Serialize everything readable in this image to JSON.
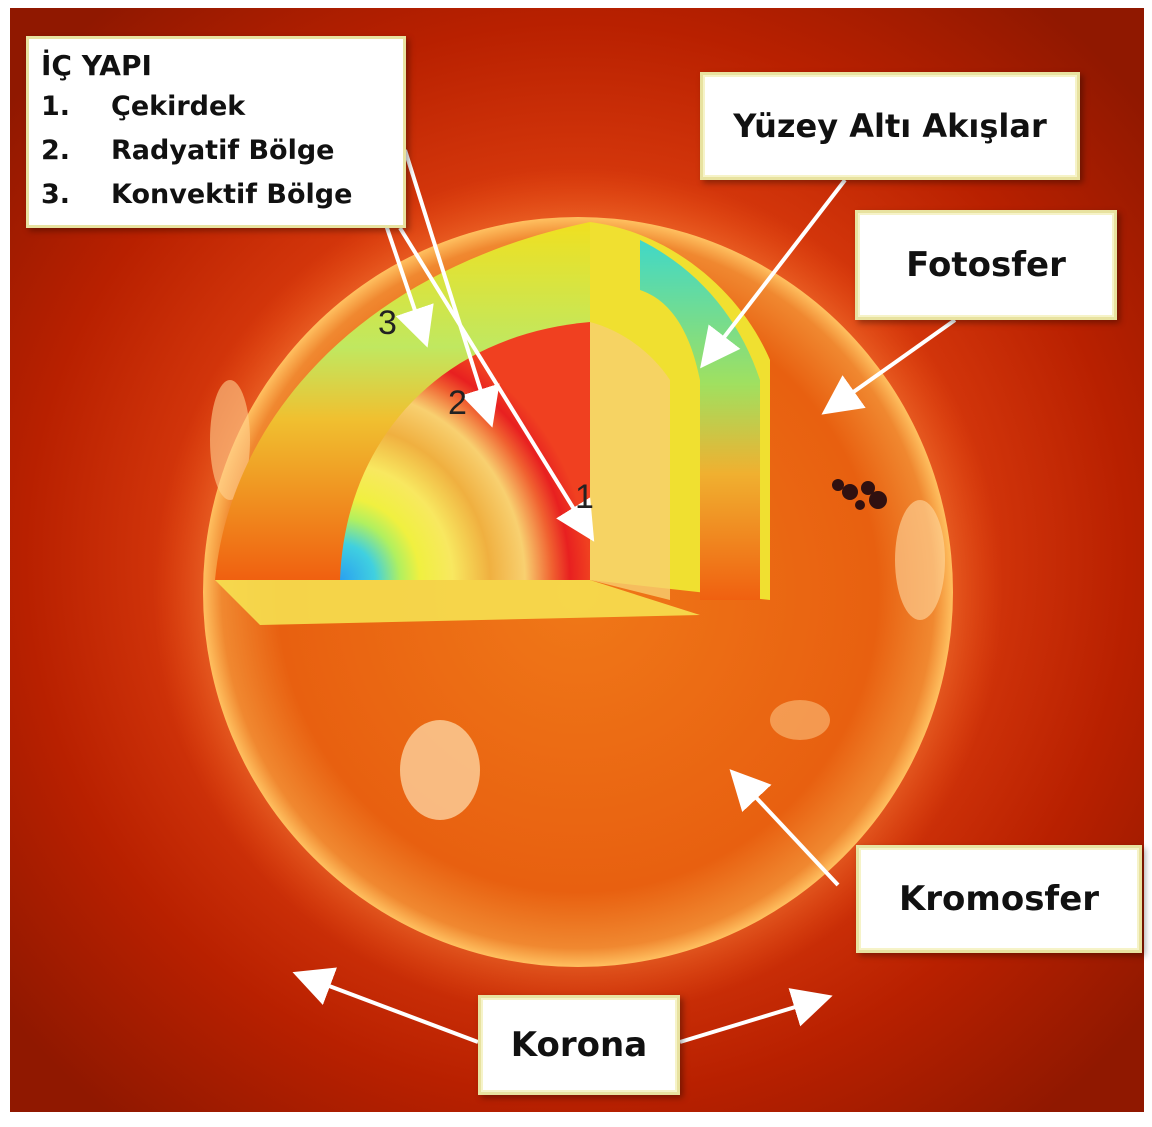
{
  "legend": {
    "title": "İÇ YAPI",
    "items": [
      {
        "num": "1.",
        "label": "Çekirdek"
      },
      {
        "num": "2.",
        "label": "Radyatif Bölge"
      },
      {
        "num": "3.",
        "label": "Konvektif Bölge"
      }
    ]
  },
  "layer_numbers": {
    "core": "1",
    "radiative": "2",
    "convective": "3"
  },
  "labels": {
    "subsurface_flows": "Yüzey Altı Akışlar",
    "photosphere": "Fotosfer",
    "chromosphere": "Kromosfer",
    "corona": "Korona"
  },
  "colors": {
    "background": "#c82800",
    "sun_surface": "#e06010",
    "core": "#30b8e8",
    "radiative_ring": "#e82020",
    "convective_zone": "#f0e020",
    "label_border": "#e8e2a0"
  }
}
